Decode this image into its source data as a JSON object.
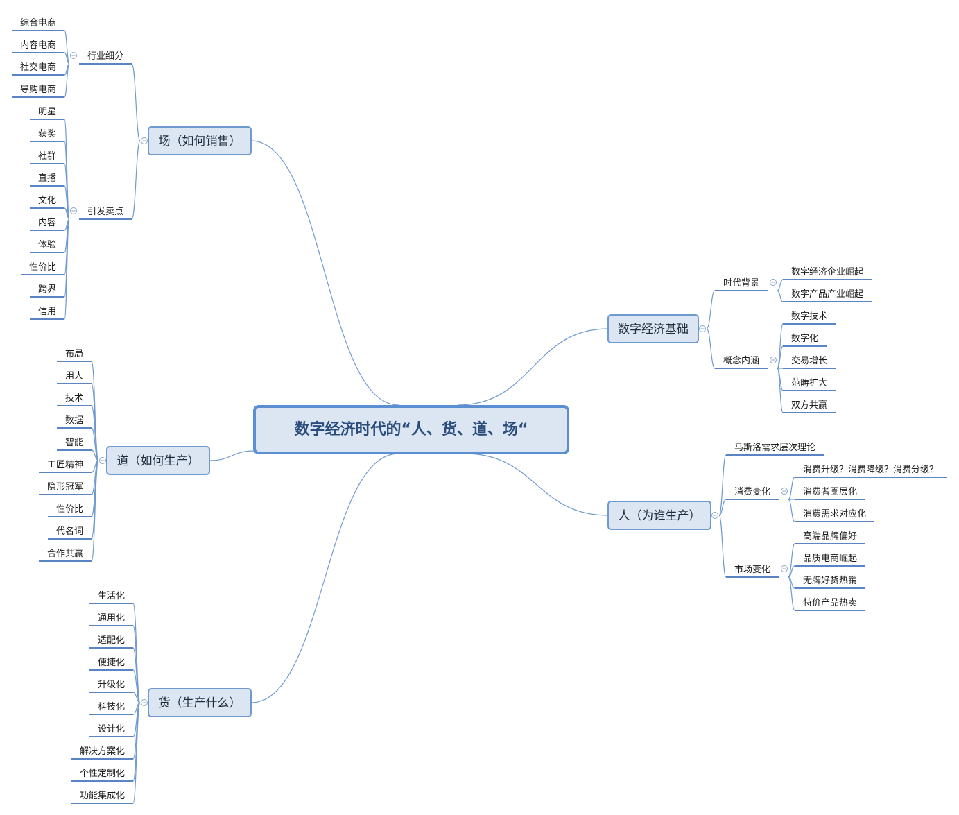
{
  "root": "数字经济时代的“人、货、道、场“",
  "branches": [
    {
      "label": "场（如何销售）",
      "children": [
        {
          "label": "行业细分",
          "children": [
            "综合电商",
            "内容电商",
            "社交电商",
            "导购电商"
          ]
        },
        {
          "label": "引发卖点",
          "children": [
            "明星",
            "获奖",
            "社群",
            "直播",
            "文化",
            "内容",
            "体验",
            "性价比",
            "跨界",
            "信用"
          ]
        }
      ]
    },
    {
      "label": "道（如何生产）",
      "children": [
        "布局",
        "用人",
        "技术",
        "数据",
        "智能",
        "工匠精神",
        "隐形冠军",
        "性价比",
        "代名词",
        "合作共赢"
      ]
    },
    {
      "label": "货（生产什么）",
      "children": [
        "生活化",
        "通用化",
        "适配化",
        "便捷化",
        "升级化",
        "科技化",
        "设计化",
        "解决方案化",
        "个性定制化",
        "功能集成化"
      ]
    },
    {
      "label": "数字经济基础",
      "children": [
        {
          "label": "时代背景",
          "children": [
            "数字经济企业崛起",
            "数字产品产业崛起"
          ]
        },
        {
          "label": "概念内涵",
          "children": [
            "数字技术",
            "数字化",
            "交易增长",
            "范畴扩大",
            "双方共赢"
          ]
        }
      ]
    },
    {
      "label": "人（为谁生产）",
      "children": [
        {
          "label": "马斯洛需求层次理论",
          "children": []
        },
        {
          "label": "消费变化",
          "children": [
            "消费升级？消费降级？消费分级？",
            "消费者圈层化",
            "消费需求对应化"
          ]
        },
        {
          "label": "市场变化",
          "children": [
            "高端品牌偏好",
            "品质电商崛起",
            "无牌好货热销",
            "特价产品热卖"
          ]
        }
      ]
    }
  ]
}
